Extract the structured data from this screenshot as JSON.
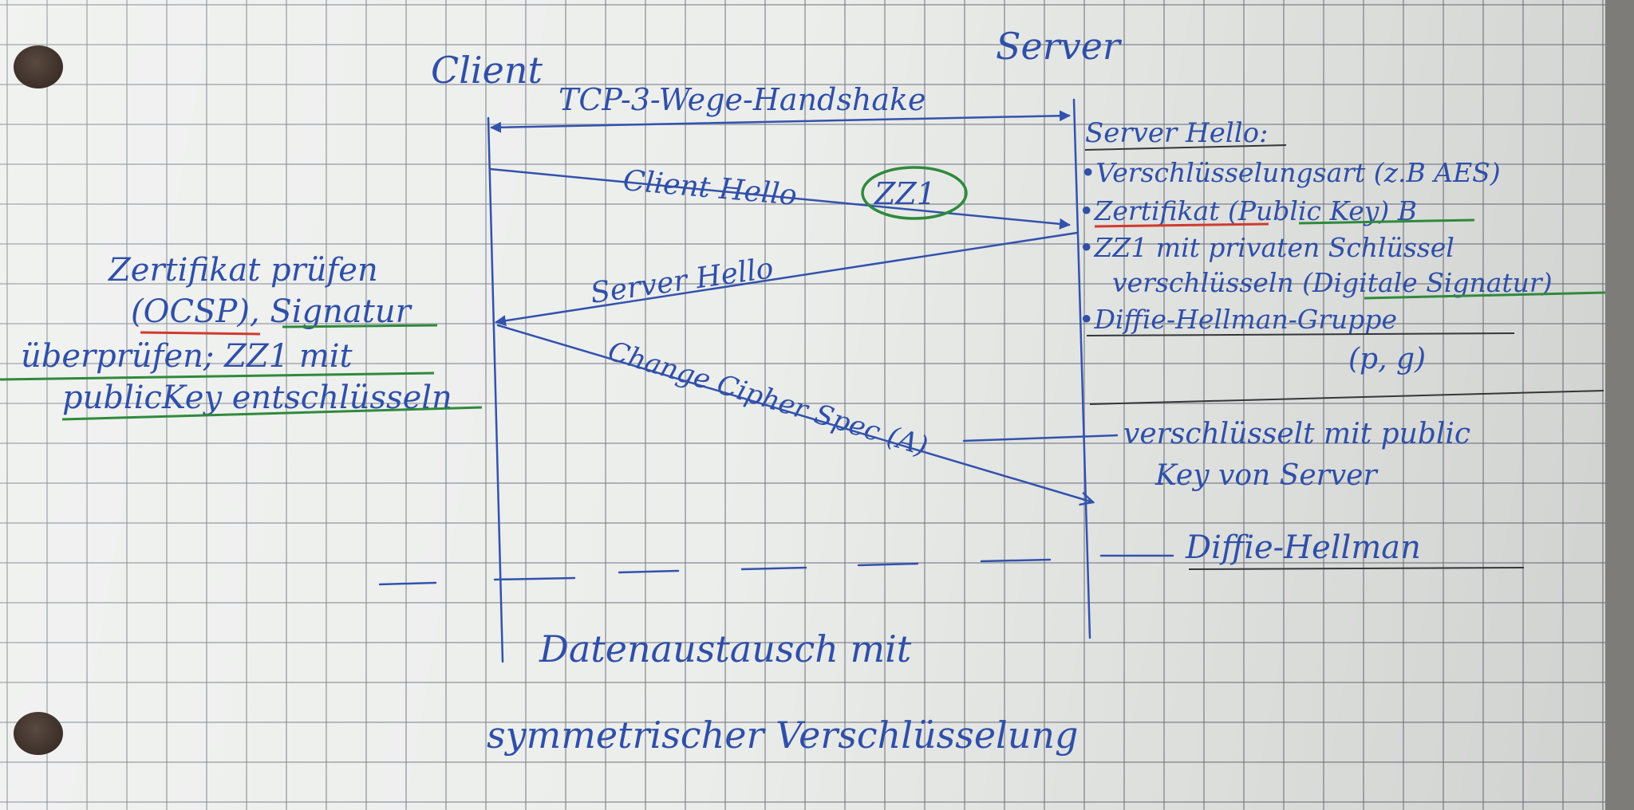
{
  "labels": {
    "client": "Client",
    "server": "Server"
  },
  "messages": {
    "tcp": "TCP-3-Wege-Handshake",
    "client_hello": "Client Hello",
    "zz1_badge": "ZZ1",
    "server_hello": "Server Hello",
    "change_cipher": "Change Cipher Spec (A)"
  },
  "server_notes": {
    "title": "Server Hello:",
    "line1": "•Verschlüsselungsart (z.B AES)",
    "line2": "•Zertifikat (Public Key) B",
    "line3a": "•ZZ1 mit privaten Schlüssel",
    "line3b": "verschlüsseln (Digitale Signatur)",
    "line4a": "•Diffie-Hellman-Gruppe",
    "line4b": "(p, g)",
    "line5a": "verschlüsselt mit public",
    "line5b": "Key von Server",
    "line6": "Diffie-Hellman"
  },
  "client_notes": {
    "line1": "Zertifikat prüfen",
    "line2": "(OCSP), Signatur",
    "line3": "überprüfen; ZZ1 mit",
    "line4": "publicKey entschlüsseln"
  },
  "bottom": {
    "line1": "Datenaustausch mit",
    "line2": "symmetrischer Verschlüsselung"
  },
  "colors": {
    "ink": "#2f4fa8",
    "green_marker": "#2e8a3c",
    "red_marker": "#d23a2e",
    "paper": "#eceeec",
    "grid": "#787d87"
  }
}
